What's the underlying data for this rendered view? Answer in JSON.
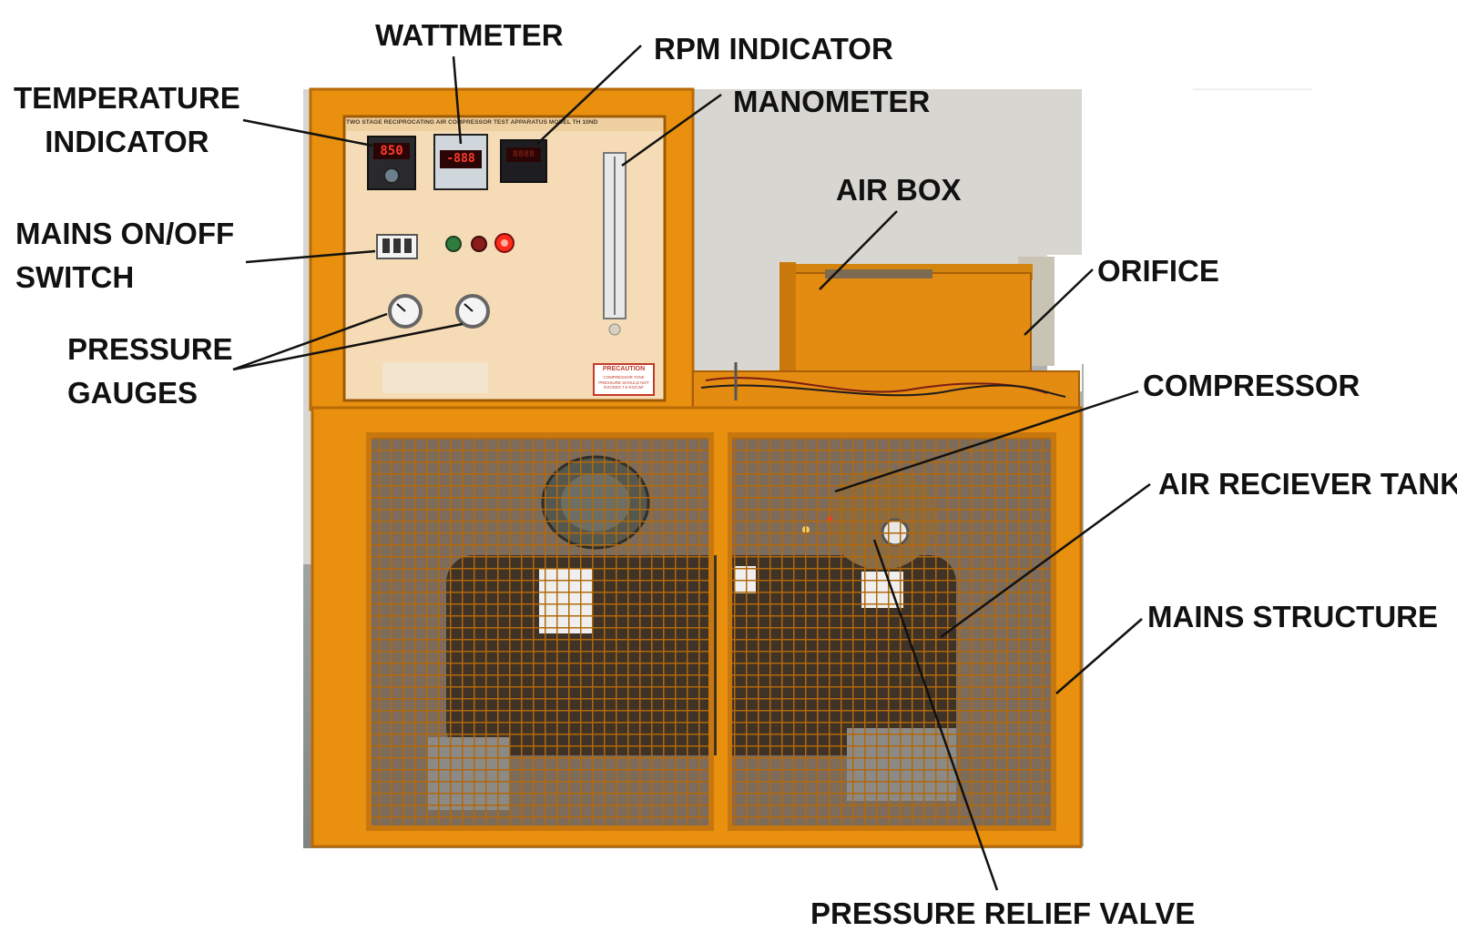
{
  "labels": {
    "wattmeter": "WATTMETER",
    "rpm_indicator": "RPM INDICATOR",
    "temperature_indicator": [
      "TEMPERATURE",
      "INDICATOR"
    ],
    "manometer": "MANOMETER",
    "air_box": "AIR BOX",
    "orifice": "ORIFICE",
    "mains_switch": [
      "MAINS ON/OFF",
      "SWITCH"
    ],
    "pressure_gauges": [
      "PRESSURE",
      "GAUGES"
    ],
    "compressor": "COMPRESSOR",
    "air_receiver_tank": "AIR RECIEVER TANK",
    "mains_structure": "MAINS STRUCTURE",
    "pressure_relief_valve": "PRESSURE RELIEF VALVE"
  },
  "panel": {
    "title": "TWO STAGE RECIPROCATING AIR COMPRESSOR TEST APPARATUS MODEL TH 10ND",
    "temperature_reading": "850",
    "wattmeter_reading": "-888",
    "rpm_reading": "8888",
    "precaution_title": "PRECAUTION",
    "precaution_text": "COMPRESSOR TANK PRESSURE SHOULD NOT EXCEED 7.0 KG/CM²"
  },
  "colors": {
    "frame": "#e9900f",
    "frame_dark": "#b96a08",
    "panel_face": "#f6dcb6",
    "mesh": "#a85f06",
    "floor": "#8e9390",
    "label_text": "#111111",
    "leader_line": "#111111"
  }
}
